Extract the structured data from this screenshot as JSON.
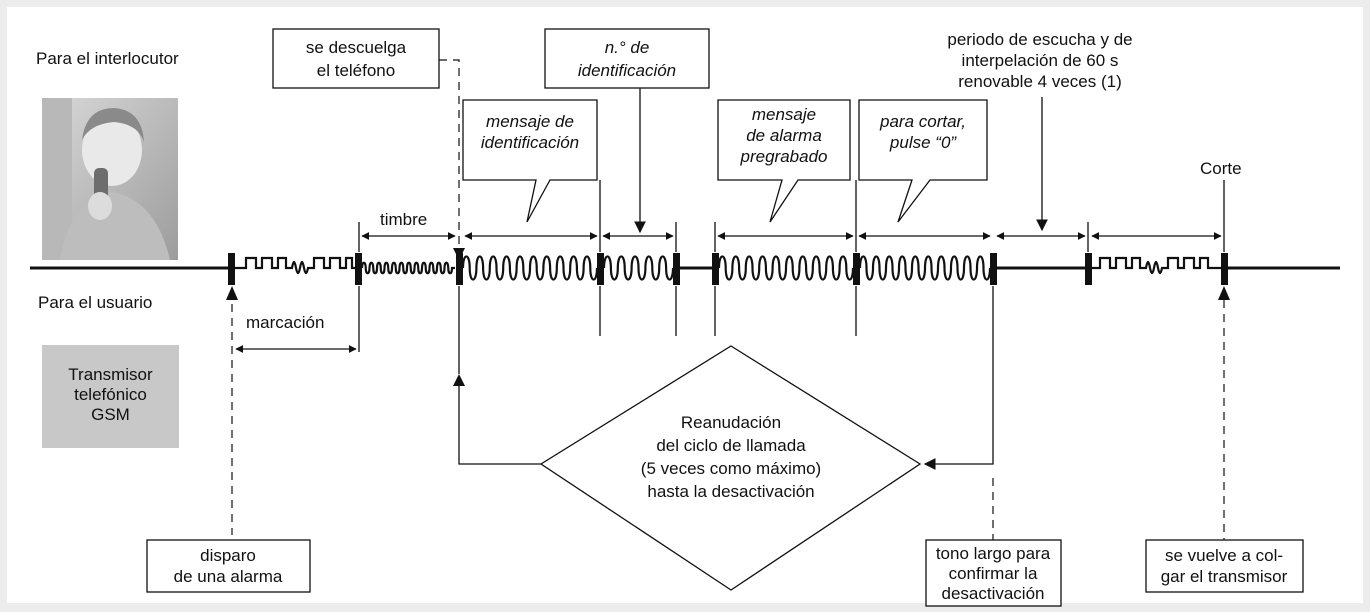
{
  "labels": {
    "interlocutor": "Para el interlocutor",
    "usuario": "Para el usuario",
    "timbre": "timbre",
    "marcacion": "marcación",
    "corte": "Corte"
  },
  "transmisor": {
    "lines": [
      "Transmisor",
      "telefónico",
      "GSM"
    ],
    "color": "#c8c8c8"
  },
  "photo": {
    "icon": "woman-on-phone-photo"
  },
  "callouts": {
    "descuelga": [
      "se descuelga",
      "el teléfono"
    ],
    "n_ident": [
      "n.° de",
      "identificación"
    ],
    "mensaje_ident": [
      "mensaje de",
      "identificación"
    ],
    "mensaje_alarma": [
      "mensaje",
      "de alarma",
      "pregrabado"
    ],
    "para_cortar": [
      "para cortar,",
      "pulse “0”"
    ],
    "periodo": [
      "periodo de escucha y de",
      "interpelación de 60 s",
      "renovable 4 veces (1)"
    ]
  },
  "diamond": [
    "Reanudación",
    "del ciclo de llamada",
    "(5 veces como máximo)",
    "hasta la desactivación"
  ],
  "bottom_boxes": {
    "disparo": [
      "disparo",
      "de una alarma"
    ],
    "tono": [
      "tono largo para",
      "confirmar la",
      "desactivación"
    ],
    "cuelga": [
      "se vuelve a col-",
      "gar el transmisor"
    ]
  }
}
